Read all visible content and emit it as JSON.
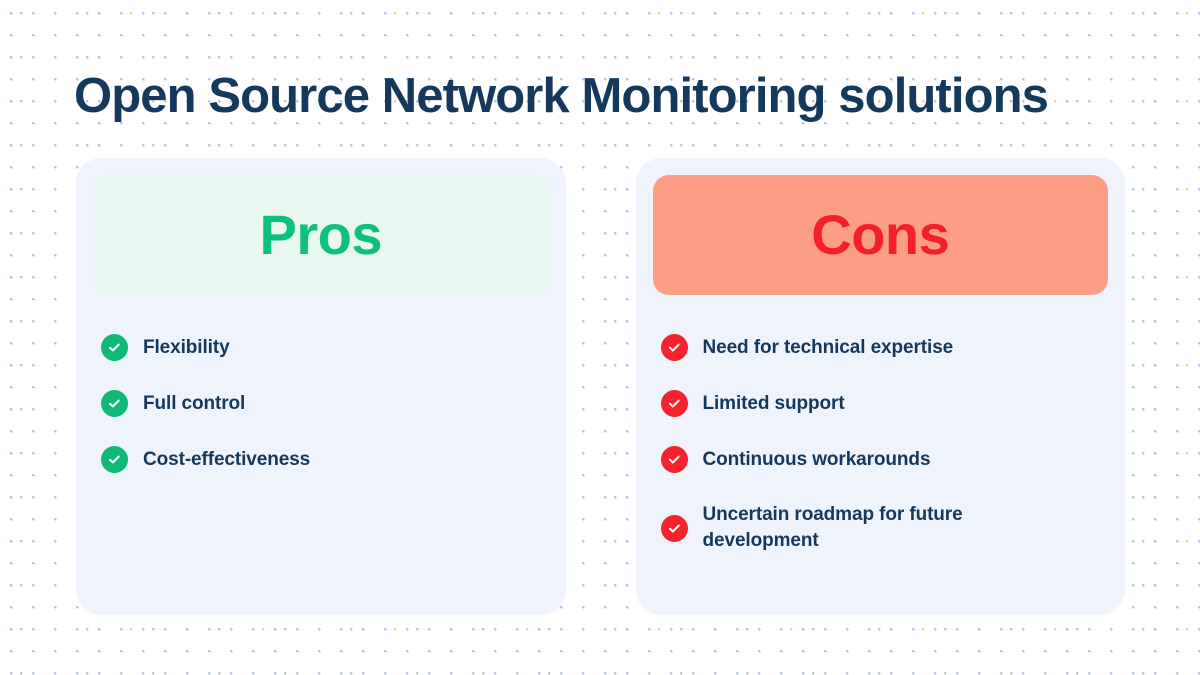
{
  "page": {
    "title": "Open Source Network Monitoring solutions",
    "background_color": "#ffffff",
    "title_color": "#15395c"
  },
  "columns": [
    {
      "key": "pros",
      "header_label": "Pros",
      "header_bg": "#e8f7ef",
      "header_text_color": "#0ec07d",
      "card_bg": "#eef3fc",
      "icon_name": "check-circle-green-icon",
      "icon_color": "#0fba79",
      "items": [
        {
          "label": "Flexibility"
        },
        {
          "label": "Full control"
        },
        {
          "label": "Cost-effectiveness"
        }
      ]
    },
    {
      "key": "cons",
      "header_label": "Cons",
      "header_bg": "#fc9e86",
      "header_text_color": "#f41f28",
      "card_bg": "#eef3fc",
      "icon_name": "check-circle-red-icon",
      "icon_color": "#f5232e",
      "items": [
        {
          "label": "Need for technical expertise"
        },
        {
          "label": "Limited support"
        },
        {
          "label": "Continuous workarounds"
        },
        {
          "label": "Uncertain roadmap for future development"
        }
      ]
    }
  ],
  "decoration": {
    "dot_pattern_name": "dotted-grid-background",
    "dot_colors": [
      "#6096e8",
      "#5a6478",
      "#f5a046"
    ]
  }
}
